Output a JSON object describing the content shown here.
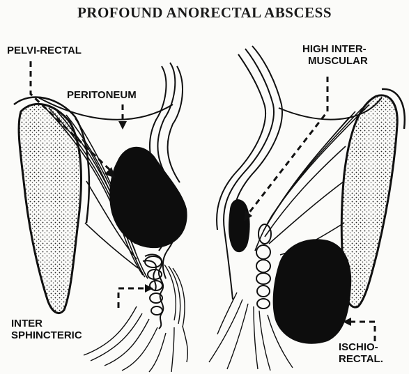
{
  "title": "PROFOUND ANORECTAL ABSCESS",
  "labels": {
    "pelvi_rectal": "PELVI-RECTAL",
    "peritoneum": "PERITONEUM",
    "high_intermuscular_line1": "HIGH INTER-",
    "high_intermuscular_line2": "MUSCULAR",
    "inter_sphincteric_line1": "INTER",
    "inter_sphincteric_line2": "SPHINCTERIC",
    "ischiorectal_line1": "ISCHIO-",
    "ischiorectal_line2": "RECTAL."
  },
  "colors": {
    "ink": "#111111",
    "background": "#fbfbf9",
    "abscess": "#0d0d0d"
  }
}
